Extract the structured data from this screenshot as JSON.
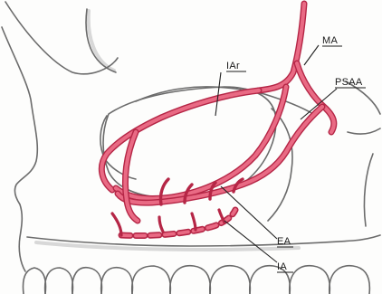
{
  "labels": {
    "ma": "MA",
    "iar": "IAr",
    "psaa": "PSAA",
    "ea": "EA",
    "ia": "IA"
  },
  "colors": {
    "vessel_outline": "#b52646",
    "vessel_fill": "#e96a84",
    "pencil": "#6b6b6b",
    "paper": "#fdfdfc"
  }
}
